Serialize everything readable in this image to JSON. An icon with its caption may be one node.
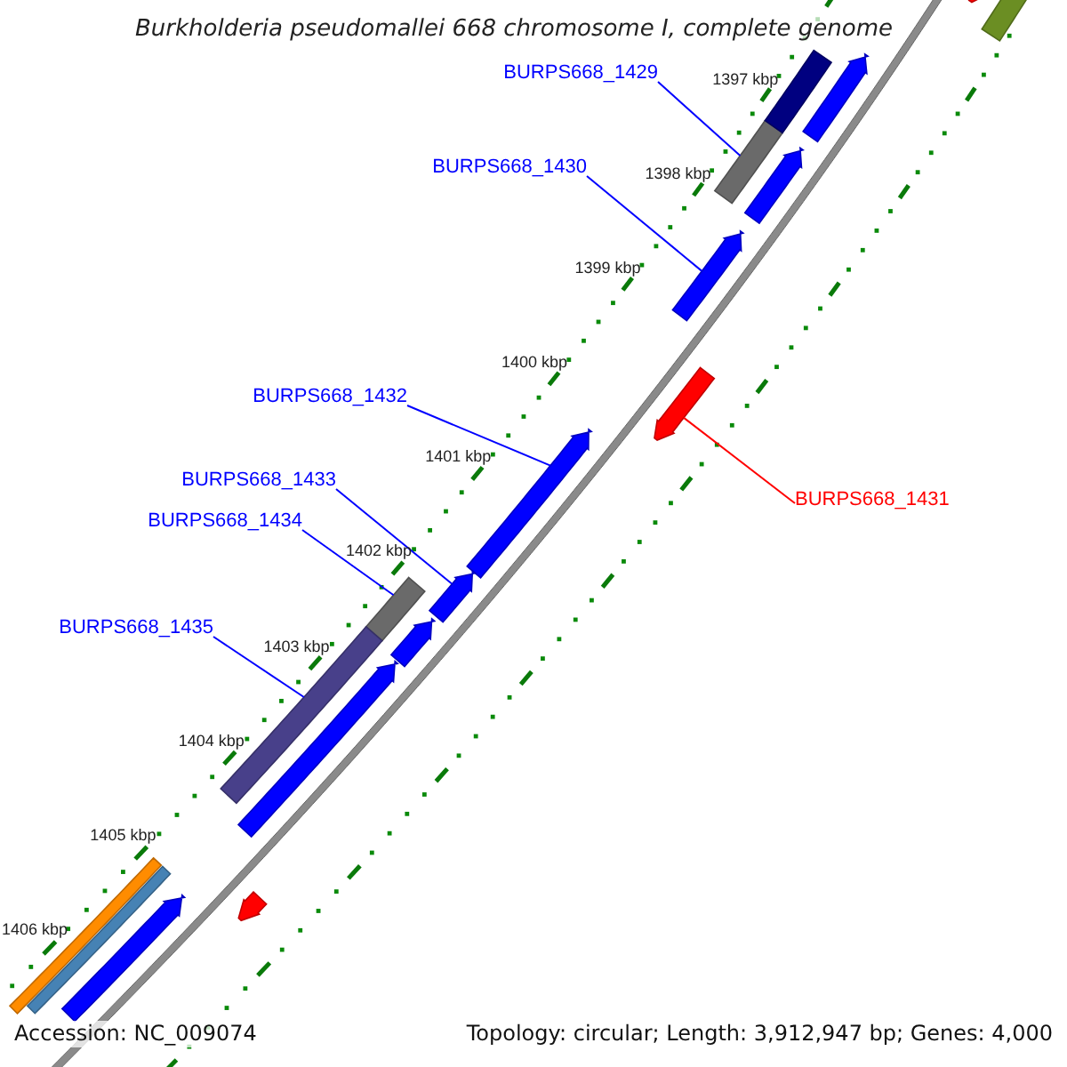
{
  "diagram": {
    "title": "Burkholderia pseudomallei 668 chromosome I, complete genome",
    "nodes": [
      {
        "text": [
          "BURPS668_1429"
        ]
      },
      {
        "text": [],
        "shape": "bar"
      },
      {
        "text": [
          "BURPS668_1430"
        ]
      },
      {
        "text": [],
        "shape": "arrow"
      },
      {
        "text": [
          "BURPS668_1432"
        ]
      },
      {
        "text": [],
        "shape": "arrow"
      },
      {
        "text": [
          "BURPS668_1433"
        ]
      },
      {
        "text": [],
        "shape": "arrow"
      },
      {
        "text": [
          "BURPS668_1431"
        ]
      },
      {
        "text": [],
        "shape": "arrow"
      },
      {
        "text": [
          "BURPS668_1434"
        ]
      },
      {
        "text": [],
        "shape": "bar"
      },
      {
        "text": [
          "BURPS668_1435"
        ]
      },
      {
        "text": [],
        "shape": "bar"
      },
      {
        "text": [],
        "shape": "bar"
      },
      {
        "text": [],
        "shape": "arrow"
      },
      {
        "text": [],
        "shape": "arrow"
      },
      {
        "text": [],
        "shape": "bar"
      },
      {
        "text": [],
        "shape": "arrow"
      },
      {
        "text": [],
        "shape": "arrow"
      },
      {
        "text": [],
        "shape": "arrow"
      },
      {
        "text": [],
        "shape": "bar"
      },
      {
        "text": [],
        "shape": "bar"
      },
      {
        "text": [],
        "shape": "arrow"
      },
      {
        "text": [],
        "shape": "arrow"
      }
    ],
    "edges": [
      {
        "from": 0,
        "to": 1,
        "arrow": "none"
      },
      {
        "from": 2,
        "to": 3,
        "arrow": "none"
      },
      {
        "from": 4,
        "to": 5,
        "arrow": "none"
      },
      {
        "from": 6,
        "to": 7,
        "arrow": "none"
      },
      {
        "from": 8,
        "to": 9,
        "arrow": "none",
        "color": "#ff0000"
      },
      {
        "from": 10,
        "to": 11,
        "arrow": "none"
      },
      {
        "from": 12,
        "to": 13,
        "arrow": "none"
      }
    ],
    "labels": [
      "1397 kbp",
      "1398 kbp",
      "1399 kbp",
      "1400 kbp",
      "1401 kbp",
      "1402 kbp",
      "1403 kbp",
      "1404 kbp",
      "1405 kbp",
      "1406 kbp",
      "Accession: NC_009074",
      "Topology: circular; Length: 3,912,947 bp; Genes: 4,000"
    ]
  }
}
